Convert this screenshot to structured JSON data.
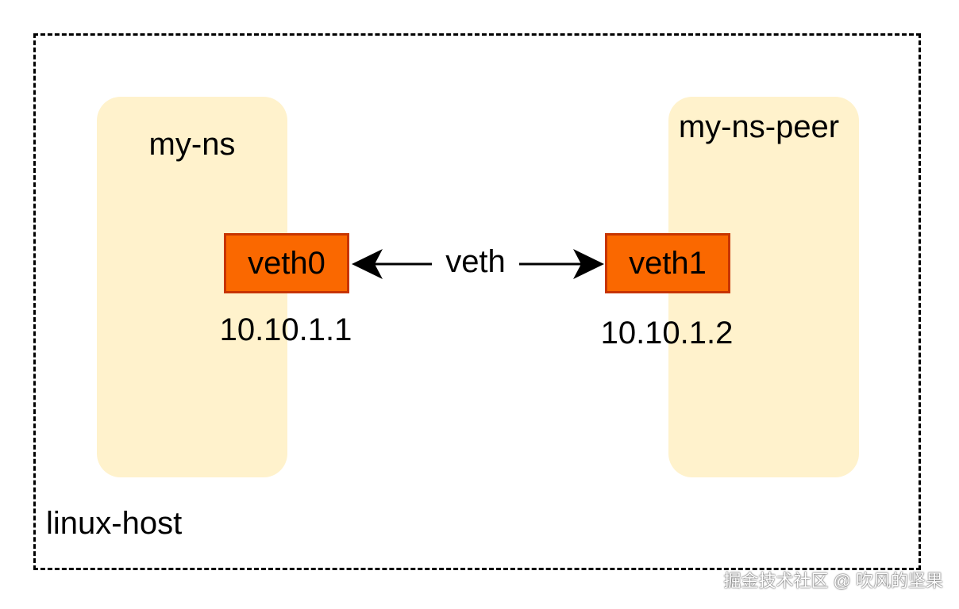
{
  "diagram": {
    "host_label": "linux-host",
    "namespaces": [
      {
        "name": "my-ns",
        "interface": "veth0",
        "ip": "10.10.1.1"
      },
      {
        "name": "my-ns-peer",
        "interface": "veth1",
        "ip": "10.10.1.2"
      }
    ],
    "link_label": "veth",
    "colors": {
      "namespace_fill": "#fff2cc",
      "interface_fill": "#fa6800",
      "interface_border": "#c73500",
      "border": "#000000"
    }
  },
  "watermark": "掘金技术社区 @ 吹风的坚果"
}
